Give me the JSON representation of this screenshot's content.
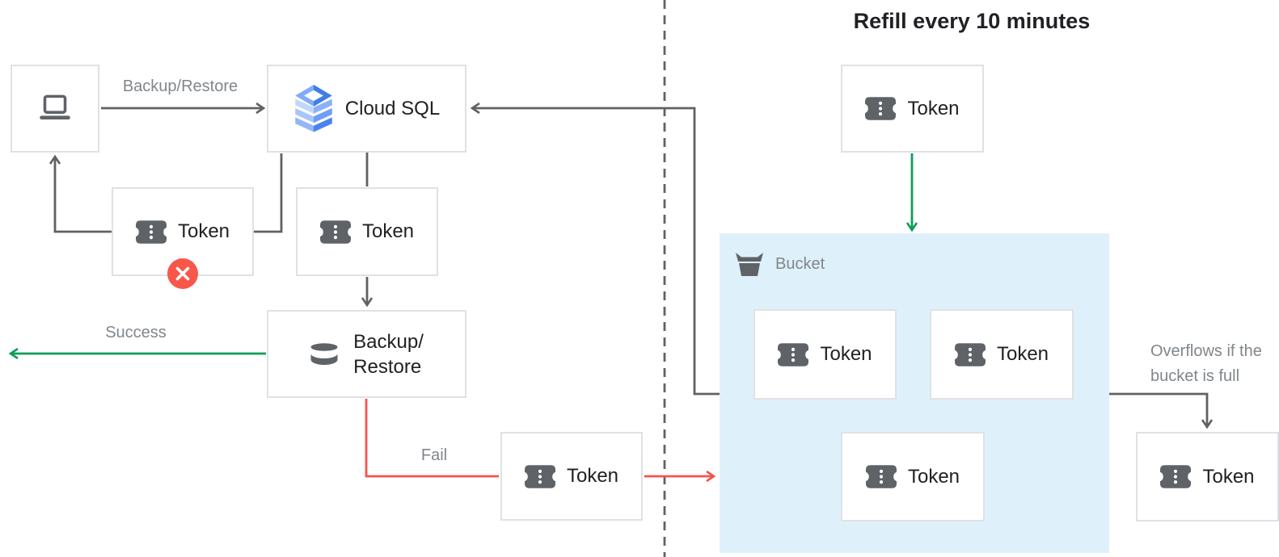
{
  "title": "Refill every 10 minutes",
  "labels": {
    "token": "Token",
    "cloud_sql": "Cloud SQL",
    "backup_restore_line1": "Backup/",
    "backup_restore_line2": "Restore",
    "bucket": "Bucket",
    "edge_backup_restore": "Backup/Restore",
    "edge_success": "Success",
    "edge_fail": "Fail",
    "overflow_line1": "Overflows if the",
    "overflow_line2": "bucket is full"
  },
  "icons": {
    "client": "laptop-icon",
    "cloud_sql": "cloud-sql-stack-icon",
    "token": "token-ticket-icon",
    "backup_restore": "database-icon",
    "bucket": "bucket-icon",
    "rejected_badge": "error-x-icon"
  },
  "colors": {
    "connector_gray": "#616161",
    "success_green": "#0f9d58",
    "fail_red": "#f4544c",
    "badge_red": "#f9564a",
    "bucket_background": "#def1fb",
    "box_border": "#dfe1e5",
    "text_dark": "#202124",
    "text_gray": "#80868b",
    "icon_gray": "#5f6368",
    "cloud_sql_blue_dark": "#3f7de8",
    "cloud_sql_blue_light": "#a8c6fa"
  }
}
